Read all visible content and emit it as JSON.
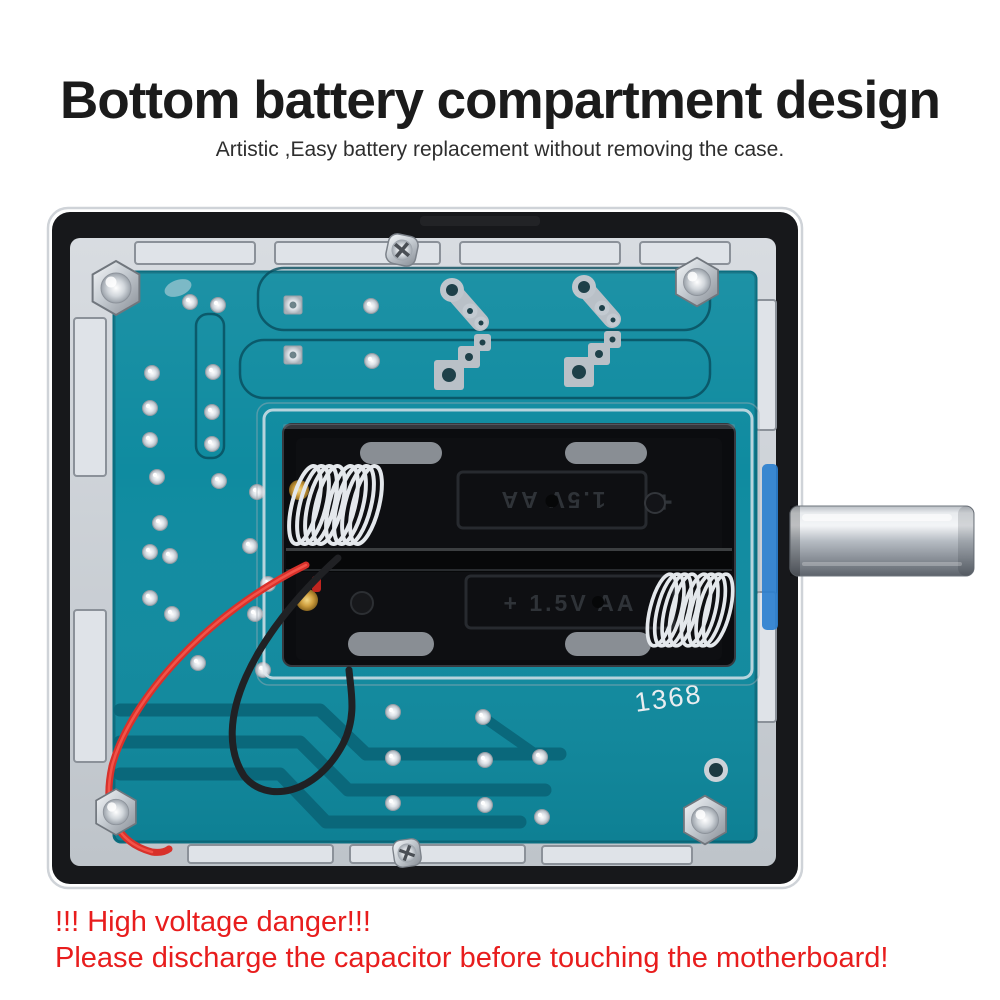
{
  "page": {
    "background": "#ffffff"
  },
  "header": {
    "title": "Bottom battery compartment design",
    "subtitle": "Artistic ,Easy battery replacement without removing the case."
  },
  "device": {
    "pcb_number": "1368",
    "battery_holder": {
      "top_slot_label": "1.5V AA",
      "bottom_slot_label": "+ 1.5V AA",
      "plus_mark": "+"
    }
  },
  "warning": {
    "line1": "!!! High voltage danger!!!",
    "line2": "Please discharge the capacitor before touching the motherboard!"
  },
  "colors": {
    "warning_red": "#e81d1d",
    "pcb_teal": "#0f8ba0",
    "pcb_trace": "#0a6578",
    "case_black": "#17181b",
    "acrylic_gray": "#ccd1d7",
    "shaft_metal": "#9aa0a8",
    "wire_red": "#d8312b",
    "wire_black": "#202124",
    "blue_edge": "#2d80cf",
    "silkscreen_white": "#e9edf0",
    "spring_silver": "#e4e8ec",
    "brass_contact": "#cf9f3f"
  }
}
